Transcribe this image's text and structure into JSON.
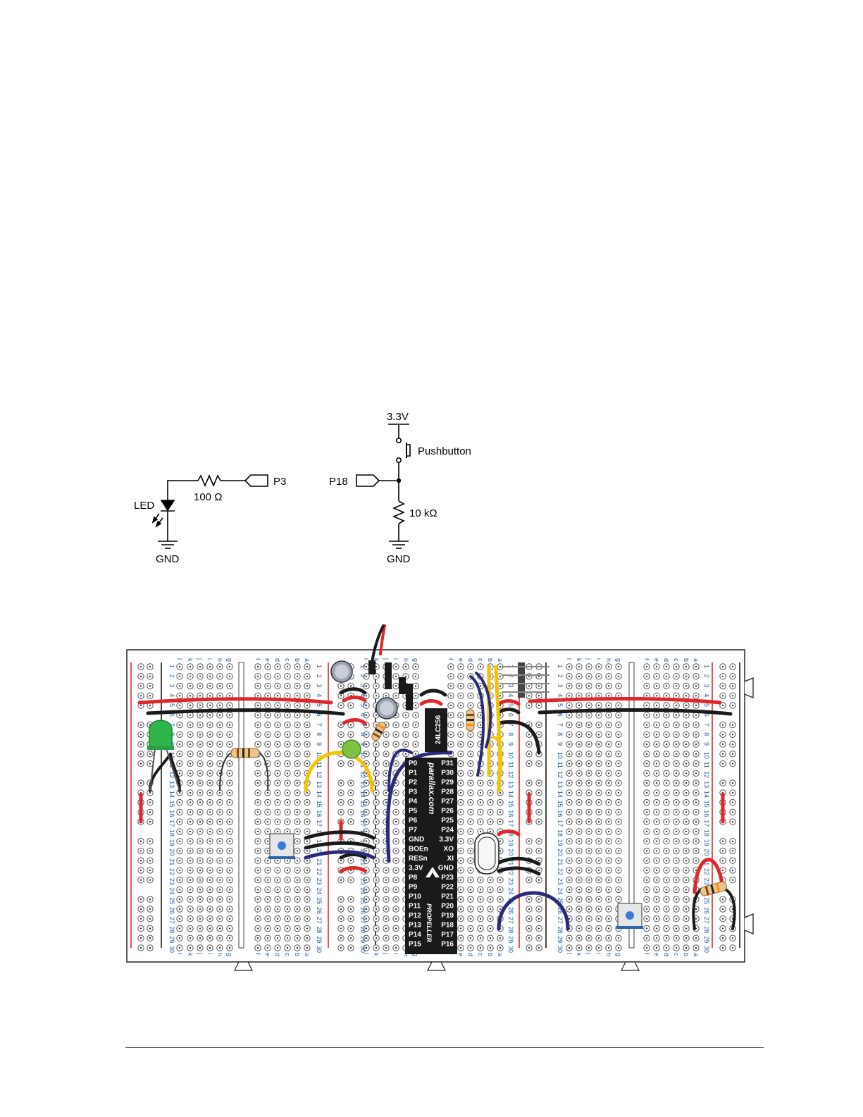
{
  "schematic": {
    "left": {
      "led_label": "LED",
      "resistor_label": "100 Ω",
      "pin_label": "P3",
      "ground_label": "GND"
    },
    "right": {
      "supply_label": "3.3V",
      "button_label": "Pushbutton",
      "pin_label": "P18",
      "resistor_label": "10 kΩ",
      "ground_label": "GND"
    }
  },
  "breadboard": {
    "row_letters_left": [
      "a",
      "b",
      "c",
      "d",
      "e",
      "f"
    ],
    "row_letters_right": [
      "g",
      "h",
      "i",
      "j",
      "k",
      "l"
    ],
    "chip_small": "24LC256",
    "chip_main_brand": "parallax.com",
    "chip_main_name": "PROPELLER",
    "chip_pins_left": [
      "P0",
      "P1",
      "P2",
      "P3",
      "P4",
      "P5",
      "P6",
      "P7",
      "GND",
      "BOEn",
      "RESn",
      "3.3V",
      "P8",
      "P9",
      "P10",
      "P11",
      "P12",
      "P13",
      "P14",
      "P15"
    ],
    "chip_pins_right": [
      "P31",
      "P30",
      "P29",
      "P28",
      "P27",
      "P26",
      "P25",
      "P24",
      "3.3V",
      "XO",
      "XI",
      "GND",
      "P23",
      "P22",
      "P21",
      "P20",
      "P19",
      "P18",
      "P17",
      "P16"
    ],
    "colors": {
      "wire_red": "#e0262b",
      "wire_black": "#1a1a1a",
      "wire_yellow": "#f5c400",
      "wire_blue": "#2a2a7a",
      "led_green": "#2fb54a",
      "hole_ring": "#555555",
      "label_blue": "#1f5fa8"
    }
  }
}
